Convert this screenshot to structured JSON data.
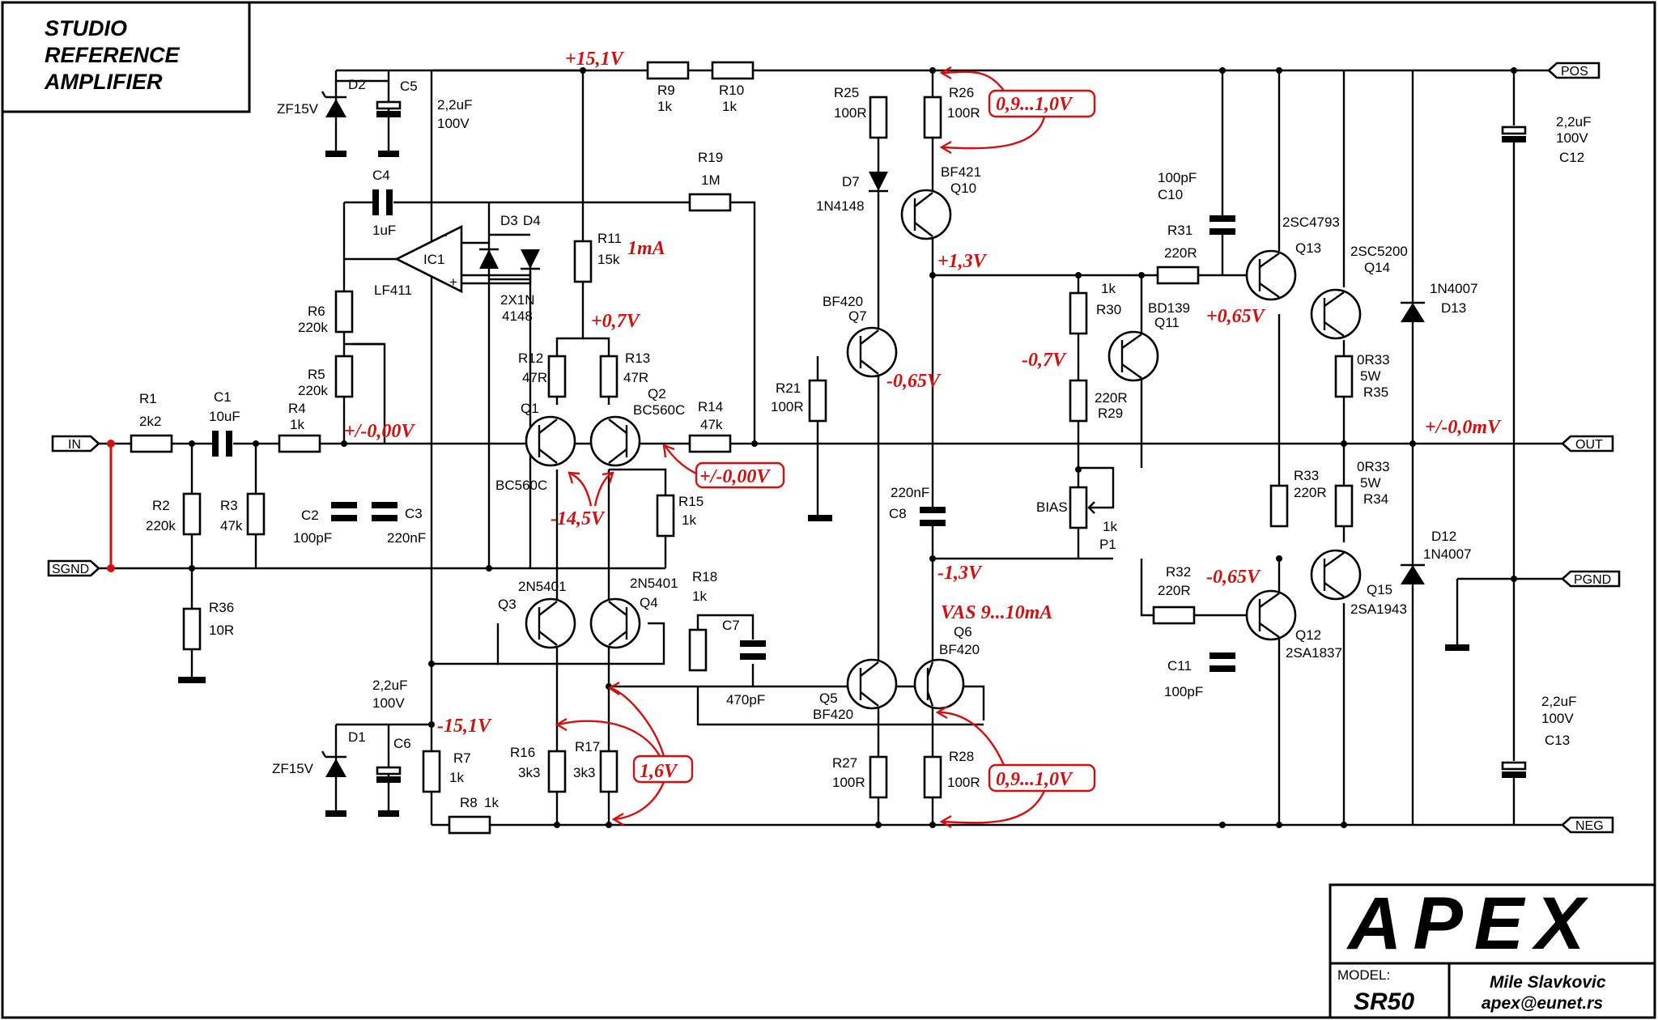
{
  "title": [
    "STUDIO",
    "REFERENCE",
    "AMPLIFIER"
  ],
  "ports": {
    "in": "IN",
    "sgnd": "SGND",
    "pos": "POS",
    "out": "OUT",
    "pgnd": "PGND",
    "neg": "NEG"
  },
  "components": {
    "r1": [
      "R1",
      "2k2"
    ],
    "r2": [
      "R2",
      "220k"
    ],
    "r3": [
      "R3",
      "47k"
    ],
    "r4": [
      "R4",
      "1k"
    ],
    "r5": [
      "R5",
      "220k"
    ],
    "r6": [
      "R6",
      "220k"
    ],
    "r7": [
      "R7",
      "1k"
    ],
    "r8": [
      "R8",
      "1k"
    ],
    "r9": [
      "R9",
      "1k"
    ],
    "r10": [
      "R10",
      "1k"
    ],
    "r11": [
      "R11",
      "15k"
    ],
    "r12": [
      "R12",
      "47R"
    ],
    "r13": [
      "R13",
      "47R"
    ],
    "r14": [
      "R14",
      "47k"
    ],
    "r15": [
      "R15",
      "1k"
    ],
    "r16": [
      "R16",
      "3k3"
    ],
    "r17": [
      "R17",
      "3k3"
    ],
    "r18": [
      "R18",
      "1k"
    ],
    "r19": [
      "R19",
      "1M"
    ],
    "r21": [
      "R21",
      "100R"
    ],
    "r25": [
      "R25",
      "100R"
    ],
    "r26": [
      "R26",
      "100R"
    ],
    "r27": [
      "R27",
      "100R"
    ],
    "r28": [
      "R28",
      "100R"
    ],
    "r29": [
      "220R",
      "R29"
    ],
    "r30": [
      "1k",
      "R30"
    ],
    "r31": [
      "R31",
      "220R"
    ],
    "r32": [
      "R32",
      "220R"
    ],
    "r33": [
      "R33",
      "220R"
    ],
    "r34": [
      "0R33",
      "5W",
      "R34"
    ],
    "r35": [
      "0R33",
      "5W",
      "R35"
    ],
    "r36": [
      "R36",
      "10R"
    ],
    "c1": [
      "C1",
      "10uF"
    ],
    "c2": [
      "C2",
      "100pF"
    ],
    "c3": [
      "C3",
      "220nF"
    ],
    "c4": [
      "C4",
      "1uF"
    ],
    "c5": [
      "C5",
      "2,2uF",
      "100V"
    ],
    "c6": [
      "C6",
      "2,2uF",
      "100V"
    ],
    "c7": [
      "C7",
      "470pF"
    ],
    "c8": [
      "220nF",
      "C8"
    ],
    "c10": [
      "100pF",
      "C10"
    ],
    "c11": [
      "C11",
      "100pF"
    ],
    "c12": [
      "2,2uF",
      "100V",
      "C12"
    ],
    "c13": [
      "2,2uF",
      "100V",
      "C13"
    ],
    "d1": [
      "D1",
      "ZF15V"
    ],
    "d2": [
      "D2",
      "ZF15V"
    ],
    "d3d4": [
      "D3",
      "D4",
      "2X1N",
      "4148"
    ],
    "d7": [
      "D7",
      "1N4148"
    ],
    "d12": [
      "D12",
      "1N4007"
    ],
    "d13": [
      "1N4007",
      "D13"
    ],
    "ic1": [
      "IC1",
      "LF411"
    ],
    "q1": [
      "Q1",
      "BC560C"
    ],
    "q2": [
      "Q2",
      "BC560C"
    ],
    "q3": [
      "2N5401",
      "Q3"
    ],
    "q4": [
      "2N5401",
      "Q4"
    ],
    "q5": [
      "Q5",
      "BF420"
    ],
    "q6": [
      "Q6",
      "BF420"
    ],
    "q7": [
      "BF420",
      "Q7"
    ],
    "q10": [
      "BF421",
      "Q10"
    ],
    "q11": [
      "BD139",
      "Q11"
    ],
    "q12": [
      "Q12",
      "2SA1837"
    ],
    "q13": [
      "2SC4793",
      "Q13"
    ],
    "q14": [
      "2SC5200",
      "Q14"
    ],
    "q15": [
      "Q15",
      "2SA1943"
    ],
    "p1": [
      "BIAS",
      "1k",
      "P1"
    ]
  },
  "annotations": {
    "v_pos_rail": "+15,1V",
    "v_neg_rail": "-15,1V",
    "i_ltp": "1mA",
    "v_ltp_top": "+0,7V",
    "v_in_dc": "+/-0,00V",
    "v_fb_dc": "+/-0,00V",
    "v_base_bias": "-14,5V",
    "v_ccs": "1,6V",
    "v_r26": "0,9...1,0V",
    "v_r28": "0,9...1,0V",
    "v_bias_top": "+1,3V",
    "v_bias_bot": "-1,3V",
    "v_q7": "-0,65V",
    "v_q11": "-0,7V",
    "v_q13": "+0,65V",
    "v_q12": "-0,65V",
    "vas_current": "VAS 9...10mA",
    "v_out_dc": "+/-0,0mV"
  },
  "title_block": {
    "brand": "APEX",
    "model_label": "MODEL:",
    "model": "SR50",
    "author": "Mile Slavkovic",
    "email": "apex@eunet.rs"
  }
}
